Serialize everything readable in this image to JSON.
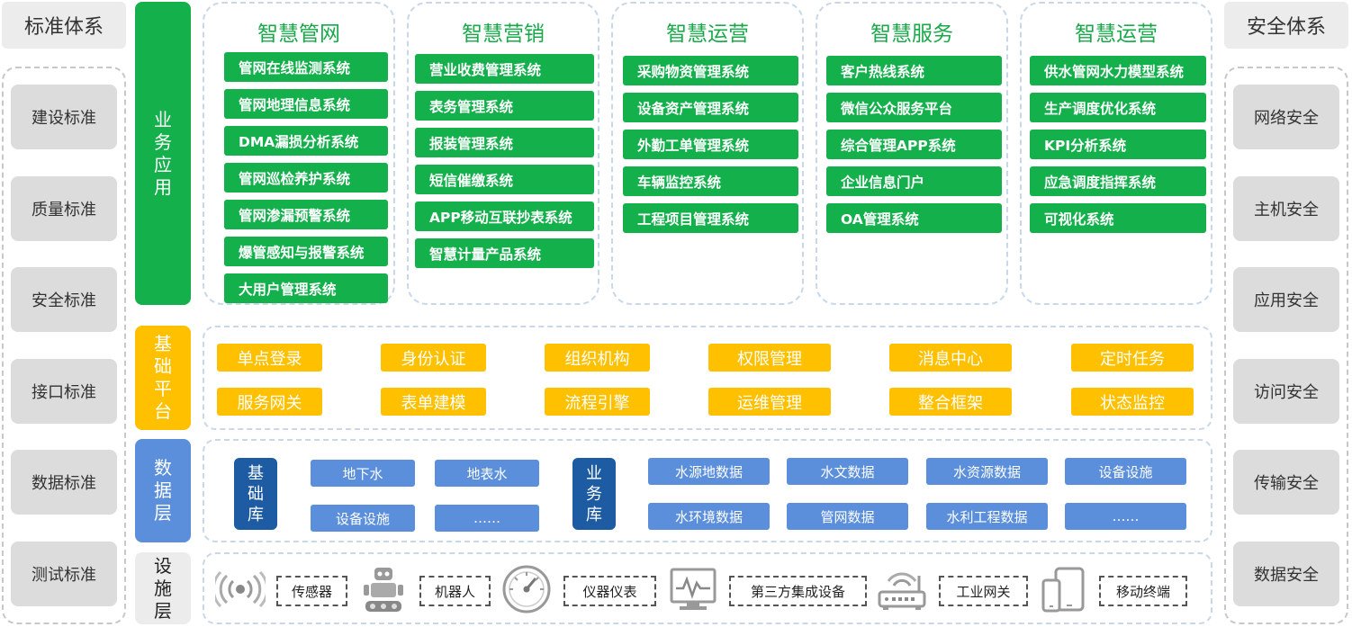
{
  "left_title": "标准体系",
  "left_items": [
    "建设标准",
    "质量标准",
    "安全标准",
    "接口标准",
    "数据标准",
    "测试标准"
  ],
  "right_title": "安全体系",
  "right_items": [
    "网络安全",
    "主机安全",
    "应用安全",
    "访问安全",
    "传输安全",
    "数据安全"
  ],
  "layers": {
    "business": "业务应用",
    "platform": "基础平台",
    "data": "数据层",
    "infra": "设施层"
  },
  "groups": [
    {
      "title": "智慧管网",
      "items": [
        "管网在线监测系统",
        "管网地理信息系统",
        "DMA漏损分析系统",
        "管网巡检养护系统",
        "管网渗漏预警系统",
        "爆管感知与报警系统",
        "大用户管理系统"
      ]
    },
    {
      "title": "智慧营销",
      "items": [
        "营业收费管理系统",
        "表务管理系统",
        "报装管理系统",
        "短信催缴系统",
        "APP移动互联抄表系统",
        "智慧计量产品系统"
      ]
    },
    {
      "title": "智慧运营",
      "items": [
        "采购物资管理系统",
        "设备资产管理系统",
        "外勤工单管理系统",
        "车辆监控系统",
        "工程项目管理系统"
      ]
    },
    {
      "title": "智慧服务",
      "items": [
        "客户热线系统",
        "微信公众服务平台",
        "综合管理APP系统",
        "企业信息门户",
        "OA管理系统"
      ]
    },
    {
      "title": "智慧运营",
      "items": [
        "供水管网水力模型系统",
        "生产调度优化系统",
        "KPI分析系统",
        "应急调度指挥系统",
        "可视化系统"
      ]
    }
  ],
  "platform": {
    "row1": [
      "单点登录",
      "身份认证",
      "组织机构",
      "权限管理",
      "消息中心",
      "定时任务"
    ],
    "row2": [
      "服务网关",
      "表单建模",
      "流程引擎",
      "运维管理",
      "整合框架",
      "状态监控"
    ]
  },
  "data_layer": {
    "base_label": "基础库",
    "base_items": [
      "地下水",
      "地表水",
      "设备设施",
      "……"
    ],
    "biz_label": "业务库",
    "biz_items": [
      "水源地数据",
      "水文数据",
      "水资源数据",
      "设备设施",
      "水环境数据",
      "管网数据",
      "水利工程数据",
      "……"
    ]
  },
  "devices": [
    {
      "icon": "wireless-sensor-icon",
      "label": "传感器"
    },
    {
      "icon": "robot-icon",
      "label": "机器人"
    },
    {
      "icon": "gauge-icon",
      "label": "仪器仪表"
    },
    {
      "icon": "monitor-waveform-icon",
      "label": "第三方集成设备"
    },
    {
      "icon": "router-icon",
      "label": "工业网关"
    },
    {
      "icon": "mobile-devices-icon",
      "label": "移动终端"
    }
  ],
  "colors": {
    "green": "#14b04c",
    "yellow": "#ffc000",
    "data_blue": "#5b8fdb",
    "dark_blue": "#1d5ba3",
    "layer_blue": "#5b8fdb"
  }
}
